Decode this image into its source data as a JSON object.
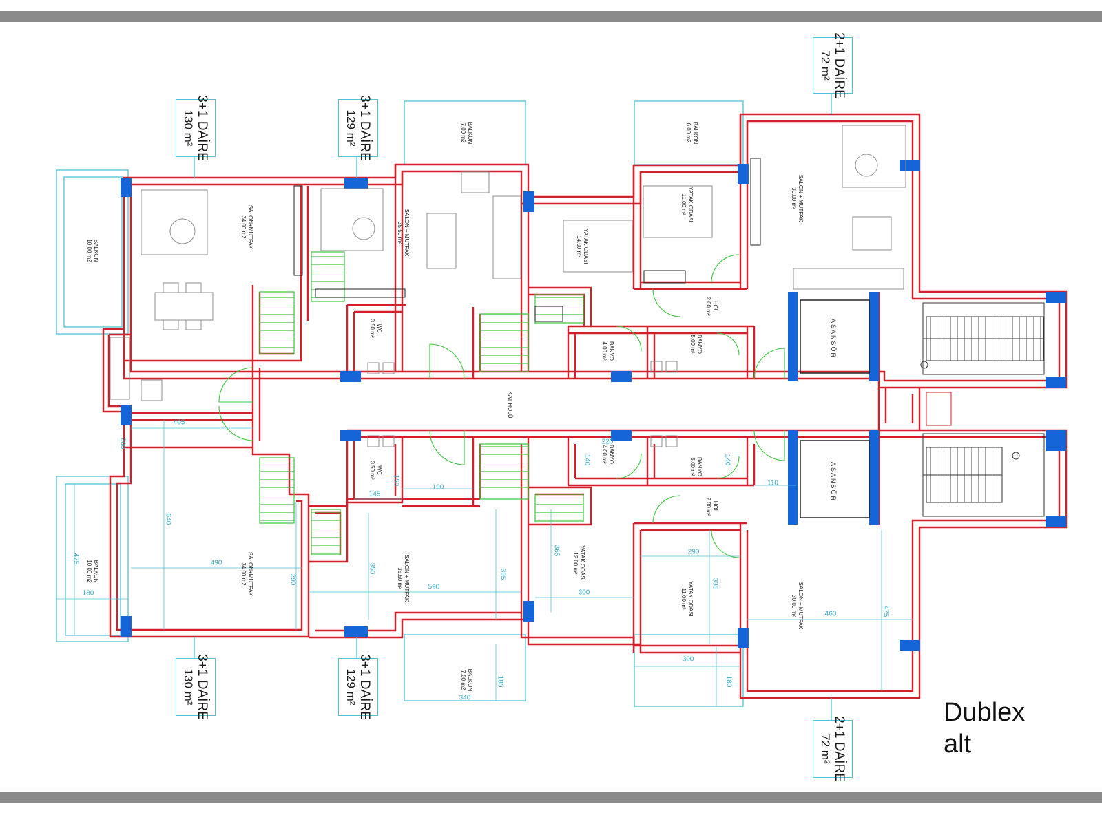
{
  "caption": {
    "line1": "Dublex",
    "line2": "alt"
  },
  "unit_tags": [
    {
      "id": "tl1",
      "title": "3+1 DAİRE",
      "area": "130 m²"
    },
    {
      "id": "tl2",
      "title": "3+1 DAİRE",
      "area": "129 m²"
    },
    {
      "id": "tr",
      "title": "2+1 DAİRE",
      "area": "72 m²"
    },
    {
      "id": "bl1",
      "title": "3+1 DAİRE",
      "area": "130 m²"
    },
    {
      "id": "bl2",
      "title": "3+1 DAİRE",
      "area": "129 m²"
    },
    {
      "id": "br",
      "title": "2+1 DAİRE",
      "area": "72 m²"
    }
  ],
  "rooms": [
    {
      "id": "balkon-tl",
      "name": "BALKON",
      "area": "10.00 m2"
    },
    {
      "id": "salon-1",
      "name": "SALON+MUTFAK",
      "area": "34.00 m2"
    },
    {
      "id": "salon-2",
      "name": "SALON + MUTFAK",
      "area": "35.50 m²"
    },
    {
      "id": "balkon-t2",
      "name": "BALKON",
      "area": "7.00 m2"
    },
    {
      "id": "yatak-t1",
      "name": "YATAK ODASI",
      "area": "14.00 m²"
    },
    {
      "id": "balkon-t3",
      "name": "BALKON",
      "area": "6.00 m2"
    },
    {
      "id": "yatak-t2",
      "name": "YATAK ODASI",
      "area": "11.00 m²"
    },
    {
      "id": "salon-3",
      "name": "SALON + MUTFAK",
      "area": "30.00 m²"
    },
    {
      "id": "wc-t",
      "name": "WC",
      "area": "3.50 m²"
    },
    {
      "id": "hol-t",
      "name": "HOL",
      "area": "2.00 m²"
    },
    {
      "id": "banyo-t1",
      "name": "BANYO",
      "area": "4.00 m²"
    },
    {
      "id": "banyo-t2",
      "name": "BANYO",
      "area": "5.00 m²"
    },
    {
      "id": "kat-holu",
      "name": "KAT HOLÜ",
      "area": ""
    },
    {
      "id": "wc-b",
      "name": "WC",
      "area": "3.50 m²"
    },
    {
      "id": "banyo-b1",
      "name": "BANYO",
      "area": "4.00 m²"
    },
    {
      "id": "banyo-b2",
      "name": "BANYO",
      "area": "5.00 m²"
    },
    {
      "id": "hol-b",
      "name": "HOL",
      "area": "2.00 m²"
    },
    {
      "id": "balkon-bl",
      "name": "BALKON",
      "area": "10.00 m2"
    },
    {
      "id": "salon-b1",
      "name": "SALON+MUTFAK",
      "area": "34.00 m2"
    },
    {
      "id": "salon-b2",
      "name": "SALON + MUTFAK",
      "area": "35.50 m²"
    },
    {
      "id": "yatak-b1",
      "name": "YATAK ODASI",
      "area": "12.00 m²"
    },
    {
      "id": "yatak-b2",
      "name": "YATAK ODASI",
      "area": "11.00 m²"
    },
    {
      "id": "salon-b3",
      "name": "SALON + MUTFAK",
      "area": "30.00 m²"
    },
    {
      "id": "balkon-b2",
      "name": "BALKON",
      "area": "7.00 m2"
    }
  ],
  "elevators": [
    {
      "id": "lift-top",
      "label": "ASANSÖR"
    },
    {
      "id": "lift-bottom",
      "label": "ASANSÖR"
    }
  ],
  "dimensions": [
    {
      "id": "d405",
      "text": "405"
    },
    {
      "id": "d200",
      "text": "200"
    },
    {
      "id": "d640",
      "text": "640"
    },
    {
      "id": "d490",
      "text": "490"
    },
    {
      "id": "d290a",
      "text": "290"
    },
    {
      "id": "d475a",
      "text": "475"
    },
    {
      "id": "d180a",
      "text": "180"
    },
    {
      "id": "d150",
      "text": "150"
    },
    {
      "id": "d145",
      "text": "145"
    },
    {
      "id": "d190",
      "text": "190"
    },
    {
      "id": "d350",
      "text": "350"
    },
    {
      "id": "d590",
      "text": "590"
    },
    {
      "id": "d395",
      "text": "395"
    },
    {
      "id": "d365",
      "text": "365"
    },
    {
      "id": "d300a",
      "text": "300"
    },
    {
      "id": "d220",
      "text": "220"
    },
    {
      "id": "d140a",
      "text": "140"
    },
    {
      "id": "d140b",
      "text": "140"
    },
    {
      "id": "d110",
      "text": "110"
    },
    {
      "id": "d290b",
      "text": "290"
    },
    {
      "id": "d335",
      "text": "335"
    },
    {
      "id": "d460",
      "text": "460"
    },
    {
      "id": "d475b",
      "text": "475"
    },
    {
      "id": "d300b",
      "text": "300"
    },
    {
      "id": "d180b",
      "text": "180"
    },
    {
      "id": "d180c",
      "text": "180"
    },
    {
      "id": "d340",
      "text": "340"
    }
  ],
  "colors": {
    "wall": "#d4202a",
    "column": "#1565d8",
    "stair": "#3cc43c",
    "dimension": "#4fc3d6",
    "furniture": "#8c8c8c"
  }
}
